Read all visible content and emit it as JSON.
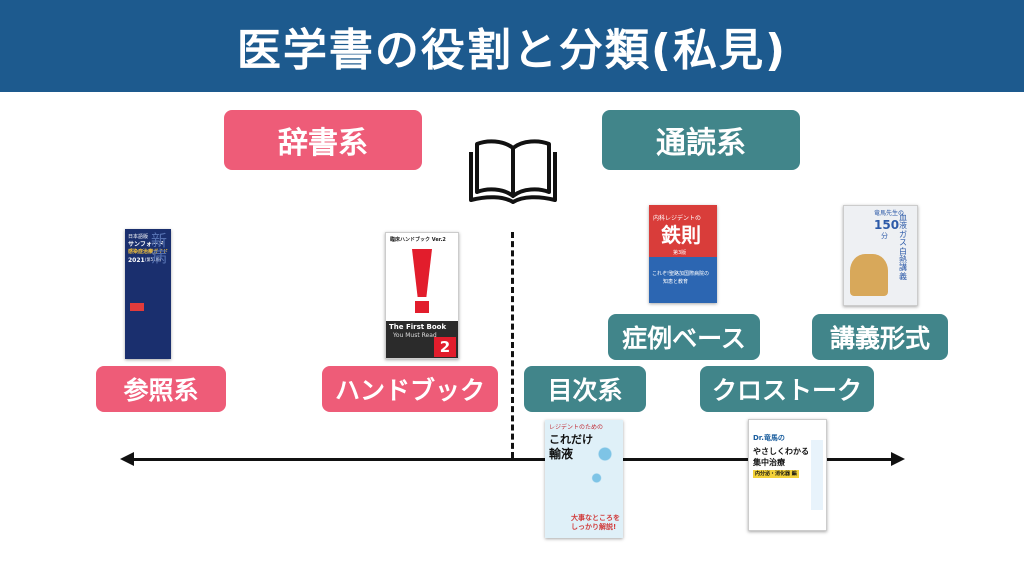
{
  "title": "医学書の役割と分類(私見)",
  "categories": {
    "dictionary": "辞書系",
    "read_through": "通読系"
  },
  "labels": {
    "reference": "参照系",
    "handbook": "ハンドブック",
    "toc": "目次系",
    "case_base": "症例ベース",
    "crosstalk": "クロストーク",
    "lecture": "講義形式"
  },
  "books": {
    "sanford": {
      "series": "日本語版",
      "title1": "サンフォード",
      "title2": "感染症治療ガイド",
      "year": "2021",
      "edition": "(第51版)",
      "seal": "新 病"
    },
    "first_book": {
      "series": "臨床ハンドブック Ver.2",
      "title": "The First Book",
      "subtitle": "You Must Read",
      "badge": "2"
    },
    "tessoku": {
      "label": "内科レジデントの",
      "title": "鉄則",
      "edition": "第3版",
      "tagline": "これぞ!聖路加国際病院の",
      "tagline2": "知恵と教育"
    },
    "blood_gas": {
      "series": "竜馬先生の",
      "number": "150",
      "unit": "分",
      "title": "血液ガス白熱講義"
    },
    "infusion": {
      "label": "レジデントのための",
      "title1": "これだけ",
      "title2": "輸液",
      "slogan1": "大事なところを",
      "slogan2": "しっかり解説!"
    },
    "icu": {
      "label": "Dr.竜馬の",
      "title1": "やさしくわかる",
      "title2": "集中治療",
      "subtitle": "内分泌・消化器 編"
    }
  },
  "colors": {
    "header": "#1d5a8e",
    "pink": "#ee5c78",
    "teal": "#41858a"
  },
  "icons": {
    "book": "open-book-icon",
    "axis": "double-arrow-icon"
  }
}
